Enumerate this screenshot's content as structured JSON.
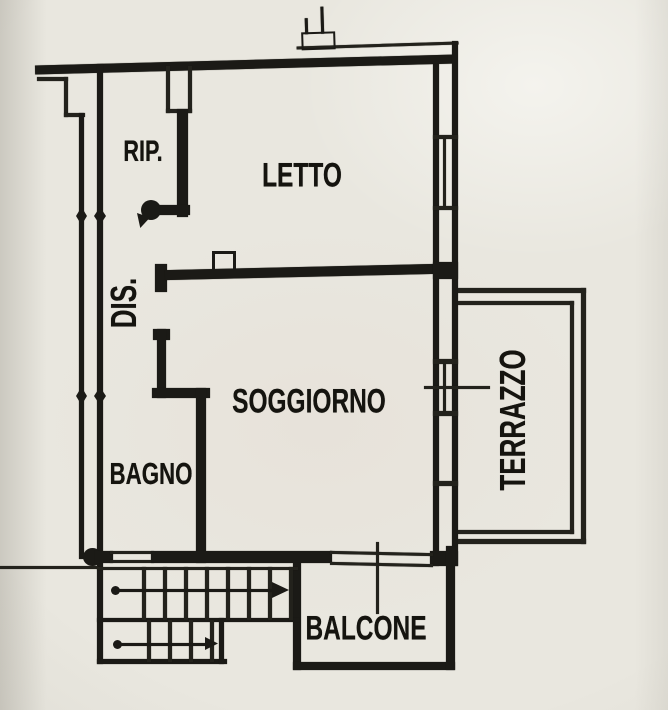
{
  "plan": {
    "rooms": {
      "rip": {
        "label": "RIP."
      },
      "letto": {
        "label": "LETTO"
      },
      "dis": {
        "label": "DIS.",
        "rotated": true
      },
      "soggiorno": {
        "label": "SOGGIORNO"
      },
      "bagno": {
        "label": "BAGNO"
      },
      "balcone": {
        "label": "BALCONE"
      },
      "terrazzo": {
        "label": "TERRAZZO",
        "rotated": true
      }
    },
    "colors": {
      "paper": "#e9e7df",
      "ink": "#1b1a16"
    }
  }
}
